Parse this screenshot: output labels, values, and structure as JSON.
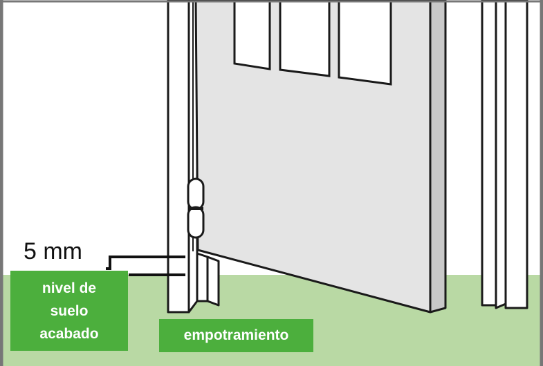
{
  "labels": {
    "gap": "5 mm",
    "finished_floor_level": [
      "nivel de",
      "suelo",
      "acabado"
    ],
    "recess": "empotramiento"
  },
  "colors": {
    "floor": "#b9d9a4",
    "label_box": "#4caf3d",
    "door": "#e2e2e2",
    "frame": "#ffffff",
    "outline": "#1a1a1a",
    "border": "#777777"
  }
}
